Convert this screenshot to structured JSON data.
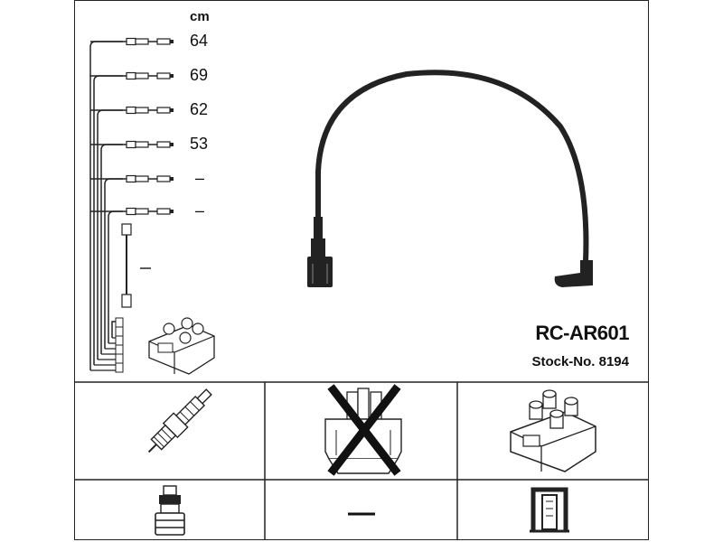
{
  "header": {
    "unit": "cm",
    "lengths": [
      "64",
      "69",
      "62",
      "53",
      "–",
      "–"
    ],
    "coil_lead_length": "–"
  },
  "product": {
    "part_number": "RC-AR601",
    "stock_number": "Stock-No. 8194"
  },
  "footer": {
    "boot_length": "–"
  }
}
